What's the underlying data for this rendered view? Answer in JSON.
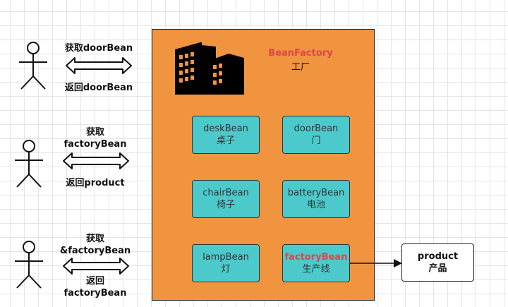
{
  "actors": [
    {
      "request": "获取doorBean",
      "response": "返回doorBean"
    },
    {
      "request_line1": "获取",
      "request_line2": "factoryBean",
      "response": "返回product"
    },
    {
      "request_line1": "获取",
      "request_line2": "&factoryBean",
      "response_line1": "返回",
      "response_line2": "factoryBean"
    }
  ],
  "factory": {
    "title": "BeanFactory",
    "subtitle": "工厂",
    "beans": [
      {
        "name": "deskBean",
        "desc": "桌子"
      },
      {
        "name": "doorBean",
        "desc": "门"
      },
      {
        "name": "chairBean",
        "desc": "椅子"
      },
      {
        "name": "batteryBean",
        "desc": "电池"
      },
      {
        "name": "lampBean",
        "desc": "灯"
      },
      {
        "name": "factoryBean",
        "desc": "生产线"
      }
    ]
  },
  "product": {
    "name": "product",
    "desc": "产品"
  },
  "colors": {
    "factory": "#f0943f",
    "bean": "#4cc9cb",
    "highlight": "#e0454a"
  }
}
